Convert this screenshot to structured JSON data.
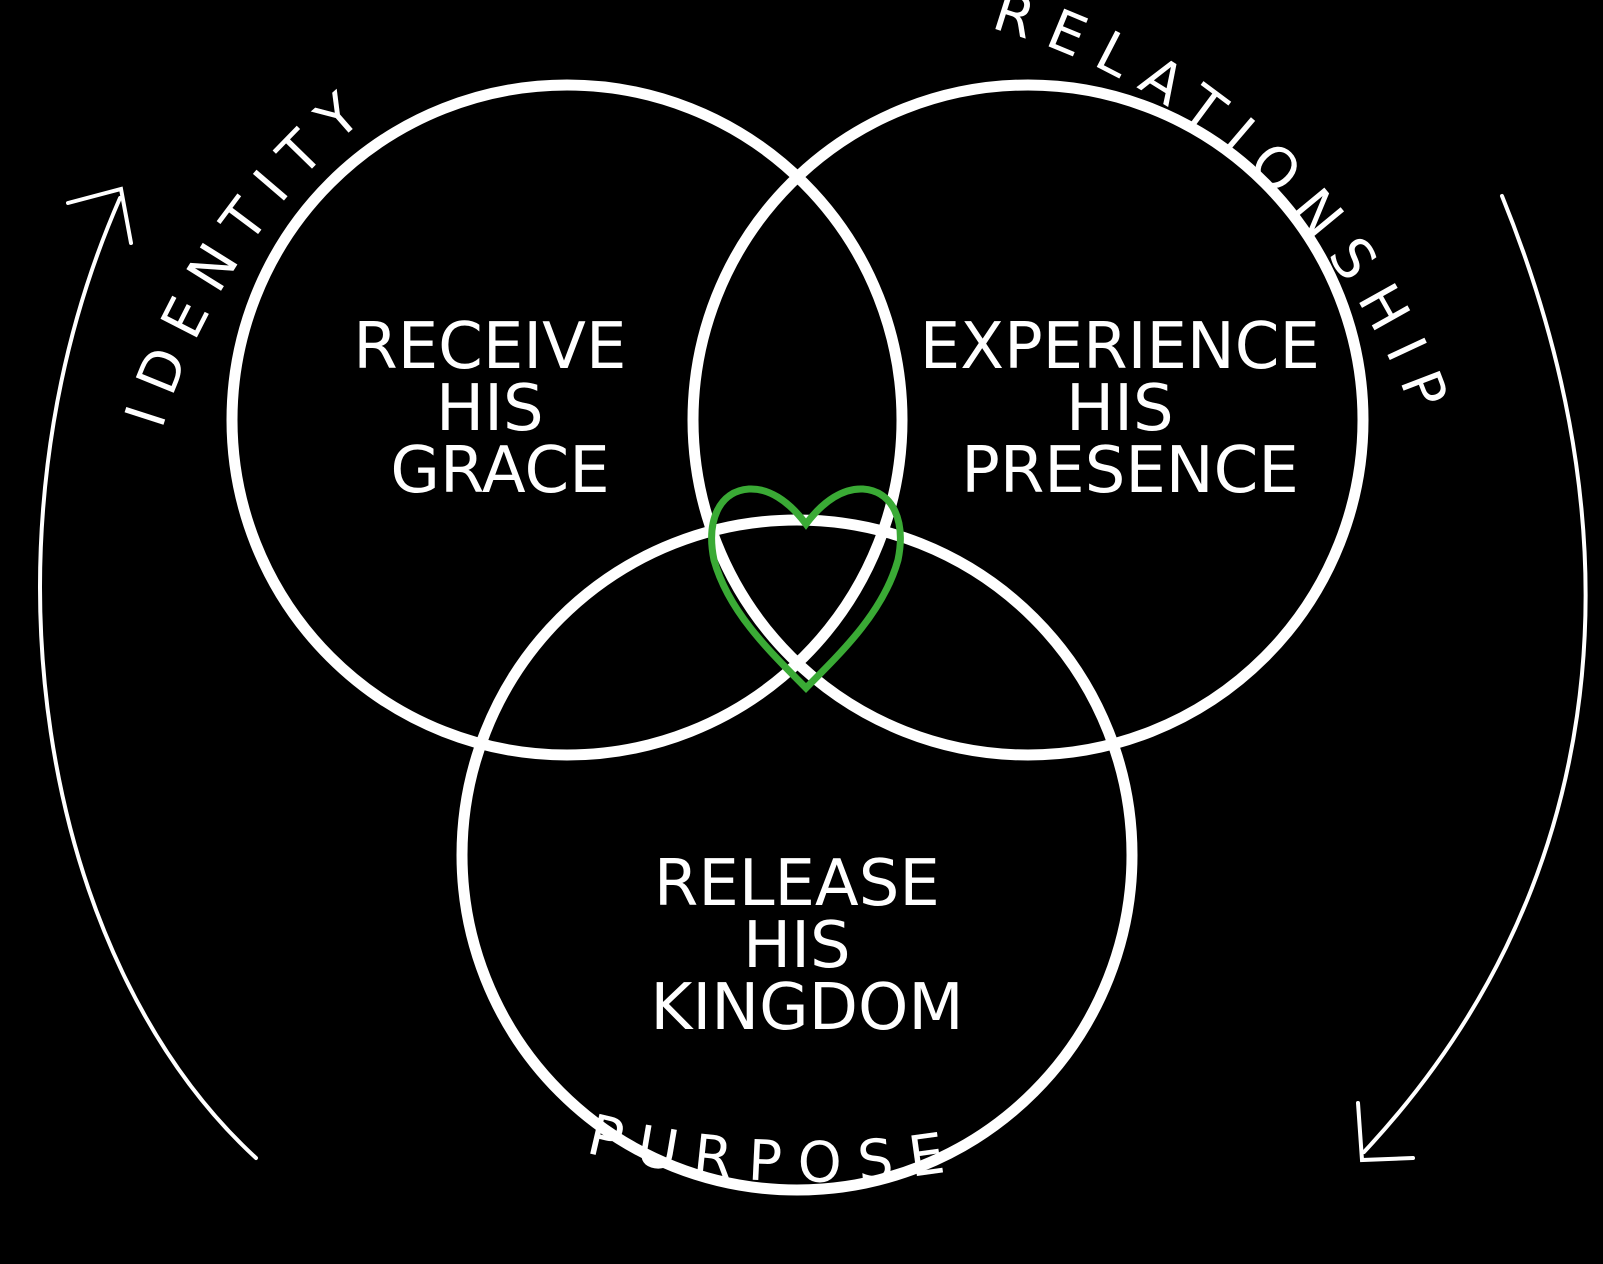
{
  "colors": {
    "background": "#000000",
    "ring": "#ffffff",
    "text": "#ffffff",
    "heart": "#3aaa35"
  },
  "circles": {
    "top_left": {
      "lines": [
        "RECEIVE",
        "HIS",
        "GRACE"
      ]
    },
    "top_right": {
      "lines": [
        "EXPERIENCE",
        "HIS",
        "PRESENCE"
      ]
    },
    "bottom": {
      "lines": [
        "RELEASE",
        "HIS",
        "KINGDOM"
      ]
    }
  },
  "arc_labels": {
    "left": "IDENTITY",
    "right": "RELATIONSHIP",
    "bottom": "PURPOSE"
  },
  "center_icon": "heart-icon",
  "arrows": {
    "left": "arrow-up-right-icon",
    "right": "arrow-down-left-icon"
  }
}
